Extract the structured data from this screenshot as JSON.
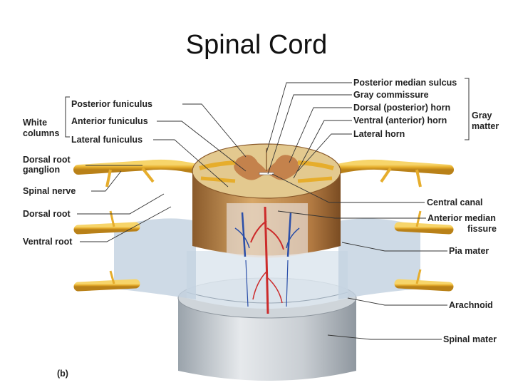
{
  "title": "Spinal Cord",
  "labels": {
    "posterior_funiculus": "Posterior funiculus",
    "white_columns": "White\ncolumns",
    "anterior_funiculus": "Anterior funiculus",
    "lateral_funiculus": "Lateral funiculus",
    "dorsal_root_ganglion": "Dorsal root\nganglion",
    "spinal_nerve": "Spinal nerve",
    "dorsal_root": "Dorsal root",
    "ventral_root": "Ventral root",
    "posterior_median_sulcus": "Posterior median sulcus",
    "gray_commissure": "Gray commissure",
    "dorsal_horn": "Dorsal (posterior) horn",
    "ventral_horn": "Ventral (anterior) horn",
    "lateral_horn": "Lateral horn",
    "gray_matter": "Gray\nmatter",
    "central_canal": "Central canal",
    "anterior_median_fissure": "Anterior median\nfissure",
    "pia_mater": "Pia mater",
    "arachnoid": "Arachnoid",
    "spinal_mater": "Spinal mater",
    "panel_letter": "(b)"
  },
  "colors": {
    "white_matter": "#e3c98f",
    "gray_matter": "#c07a45",
    "nerve": "#e8b63a",
    "meninges": "#b9c6d3",
    "artery": "#cc2b2b",
    "vein": "#2b4fa8"
  }
}
